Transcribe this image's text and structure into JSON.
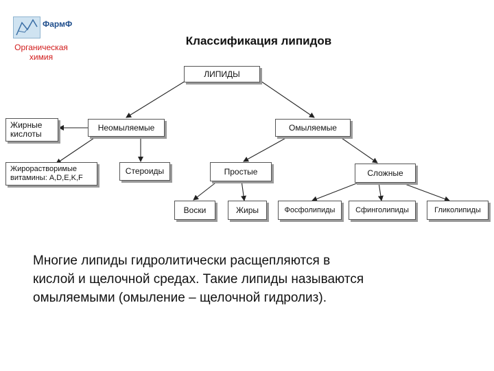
{
  "header": {
    "brand": "ФармФ",
    "subject": "Органическая\nхимия",
    "title": "Классификация липидов"
  },
  "diagram": {
    "nodes": {
      "lipids": "ЛИПИДЫ",
      "nonsaponifiable": "Неомыляемые",
      "saponifiable": "Омыляемые",
      "fatty_acids": "Жирные\nкислоты",
      "fat_soluble_vitamins": "Жирорастворимые\nвитамины: A,D,E,K,F",
      "steroids": "Стероиды",
      "simple": "Простые",
      "complex": "Сложные",
      "waxes": "Воски",
      "fats": "Жиры",
      "phospholipids": "Фосфолипиды",
      "sphingolipids": "Сфинголипиды",
      "glycolipids": "Гликолипиды"
    }
  },
  "body_text": "Многие липиды гидролитически расщепляются в\nкислой и щелочной средах. Такие липиды называются\nомыляемыми (омыление – щелочной гидролиз)."
}
